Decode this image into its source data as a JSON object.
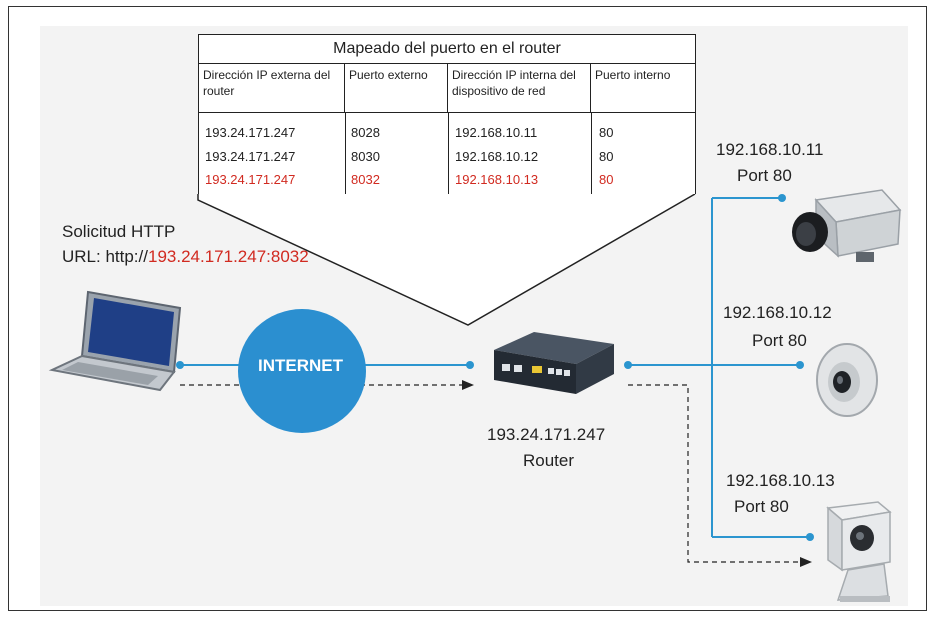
{
  "table": {
    "title": "Mapeado del puerto en el router",
    "headers": [
      "Dirección IP externa del router",
      "Puerto externo",
      "Dirección IP interna del dispositivo de red",
      "Puerto interno"
    ],
    "rows": [
      [
        "193.24.171.247",
        "8028",
        "192.168.10.11",
        "80"
      ],
      [
        "193.24.171.247",
        "8030",
        "192.168.10.12",
        "80"
      ],
      [
        "193.24.171.247",
        "8032",
        "192.168.10.13",
        "80"
      ]
    ],
    "highlight_row": 2,
    "highlight_color": "#d12a20"
  },
  "request": {
    "line1": "Solicitud HTTP",
    "url_prefix": "URL: http://",
    "url_address": "193.24.171.247:8032"
  },
  "internet_label": "INTERNET",
  "router": {
    "ip": "193.24.171.247",
    "label": "Router"
  },
  "cameras": [
    {
      "ip": "192.168.10.11",
      "port": "Port 80"
    },
    {
      "ip": "192.168.10.12",
      "port": "Port 80"
    },
    {
      "ip": "192.168.10.13",
      "port": "Port 80"
    }
  ],
  "colors": {
    "link_line": "#2b95cf",
    "internet_cloud": "#2b8fd0",
    "highlight": "#d12a20"
  }
}
